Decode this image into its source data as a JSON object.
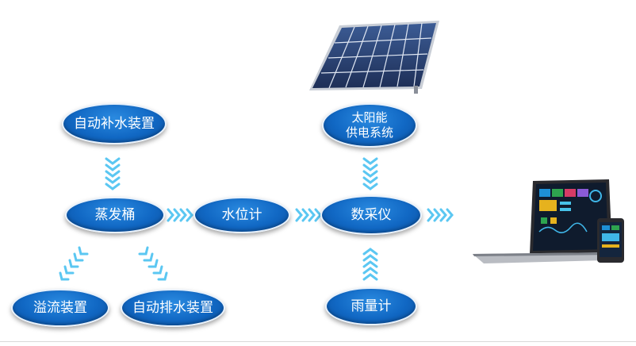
{
  "diagram": {
    "nodes": {
      "auto_refill": "自动补水装置",
      "steam_barrel": "蒸发桶",
      "water_level": "水位计",
      "data_logger": "数采仪",
      "solar": "太阳能\n供电系统",
      "rain_gauge": "雨量计",
      "overflow": "溢流装置",
      "auto_drain": "自动排水装置"
    },
    "icons": {
      "solar_panel": "solar-panel-icon",
      "laptop": "laptop-icon",
      "phone": "phone-icon"
    },
    "colors": {
      "node_fill": "#1168c4",
      "arrow": "#5bc7f2",
      "panel_cell": "#2b4170"
    }
  }
}
